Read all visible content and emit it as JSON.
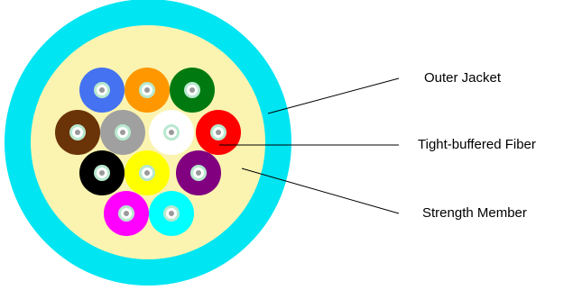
{
  "labels": {
    "outer_jacket": "Outer Jacket",
    "tight_buffered_fiber": "Tight-buffered Fiber",
    "strength_member": "Strength Member"
  },
  "colors": {
    "outer_jacket": "#00e5f2",
    "strength_member": "#fbf4b0",
    "fiber_core_ring": "#b8e8cf",
    "fiber_core_center": "#ffffff",
    "fiber_core_dot": "#9a9a9a"
  },
  "fibers": [
    {
      "name": "blue",
      "color": "#4472f0"
    },
    {
      "name": "orange",
      "color": "#ff9800"
    },
    {
      "name": "green",
      "color": "#007a10"
    },
    {
      "name": "brown",
      "color": "#6b3308"
    },
    {
      "name": "gray",
      "color": "#a0a0a0"
    },
    {
      "name": "white",
      "color": "#ffffff"
    },
    {
      "name": "red",
      "color": "#ff0000"
    },
    {
      "name": "black",
      "color": "#000000"
    },
    {
      "name": "yellow",
      "color": "#ffff00"
    },
    {
      "name": "violet",
      "color": "#800080"
    },
    {
      "name": "rose",
      "color": "#ff00ff"
    },
    {
      "name": "aqua",
      "color": "#00ffff"
    }
  ]
}
